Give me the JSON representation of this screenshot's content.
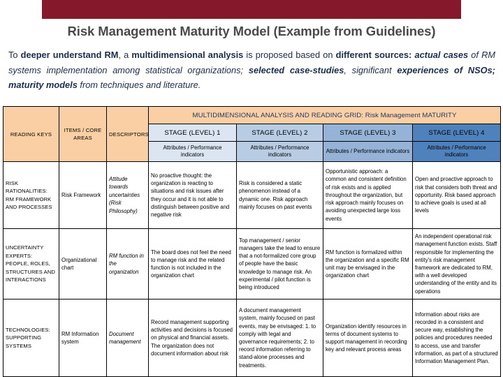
{
  "banner": {
    "color": "#85182a"
  },
  "title": "Risk Management Maturity Model (Example from Guidelines)",
  "intro": {
    "p1": "To ",
    "p2": "deeper understand RM",
    "p3": ", a ",
    "p4": "multidimensional analysis",
    "p5": " is proposed based on ",
    "p6": "different sources:",
    "p7": " ",
    "p8": "actual cases",
    "p9": " of RM systems implementation among statistical organizations;",
    "p10": " ",
    "p11": "selected case-studies",
    "p12": ", significant ",
    "p13": "experiences of NSOs;",
    "p14": " ",
    "p15": "maturity models",
    "p16": " from techniques and literature."
  },
  "table": {
    "grid_banner": "MULTIDIMENSIONAL ANALYSIS AND READING GRID: Risk Management MATURITY",
    "col_headers": {
      "reading_keys": "READING KEYS",
      "items_core_areas": "ITEMS / CORE AREAS",
      "descriptors": "DESCRIPTORS"
    },
    "stages": [
      {
        "label": "STAGE (LEVEL) 1",
        "sub": "Attributes / Performance indicators",
        "color": "#dce6f2"
      },
      {
        "label": "STAGE (LEVEL) 2",
        "sub": "Attributes / Performance indicators",
        "color": "#b8cce4"
      },
      {
        "label": "STAGE (LEVEL) 3",
        "sub": "Attributes / Performance indicators",
        "color": "#95b3d7"
      },
      {
        "label": "STAGE (LEVEL) 4",
        "sub": "Attributes / Performance indicators",
        "color": "#4f81bd"
      }
    ],
    "rows": [
      {
        "reading_key": "RISK RATIONALITIES: RM FRAMEWORK AND PROCESSES",
        "item": "Risk Framework",
        "descriptor": "Attitude towards uncertainties (Risk Philosophy)",
        "stage1": "No proactive thought: the organization is reacting to situations and risk issues after they occur and it is not able to distinguish between positive and negative risk",
        "stage2": "Risk is considered a static phenomenon instead of a dynamic one. Risk approach mainly focuses on past events",
        "stage3": "Opportunistic approach: a common and consistent definition of risk exists and is applied throughout the organization, but risk approach mainly focuses on avoiding unexpected large loss events",
        "stage4": "Open and proactive approach to risk that considers both threat and opportunity. Risk based approach to achieve goals is used at all levels"
      },
      {
        "reading_key": "UNCERTAINTY EXPERTS: PEOPLE, ROLES, STRUCTURES AND INTERACTIONS",
        "item": "Organizational chart",
        "descriptor": "RM function in the organization",
        "stage1": "The board does not feel the need to manage risk and the related function is not included in the organization chart",
        "stage2": "Top management / senior managers take the lead to ensure that a not-formalized core group of people have the basic knowledge to manage risk. An experimental / pilot function is being introduced",
        "stage3": "RM function is formalized within the organization and a specific RM unit may be envisaged in the organization chart",
        "stage4": "An independent operational risk management function exists. Staff responsible for implementing the entity's risk management framework are dedicated to RM, with a well developed understanding of the entity and its operations"
      },
      {
        "reading_key": "TECHNOLOGIES: SUPPORTING SYSTEMS",
        "item": "RM Information system",
        "descriptor": "Document management",
        "stage1": "Record management supporting activities and decisions is focused on physical and financial assets. The organization does not document information about risk",
        "stage2": "A document management system, mainly focused on past events, may be envisaged: 1. to comply with legal and governance requirements; 2. to record information referring to stand-alone processes and treatments.",
        "stage3": "Organization identify resources in terms of document systems to support management in recording key and relevant process areas",
        "stage4": "Information about risks are recorded in a consistent and secure way, establishing the policies and procedures needed to access, use and transfer information, as part of a structured Information Management Plan."
      }
    ]
  }
}
